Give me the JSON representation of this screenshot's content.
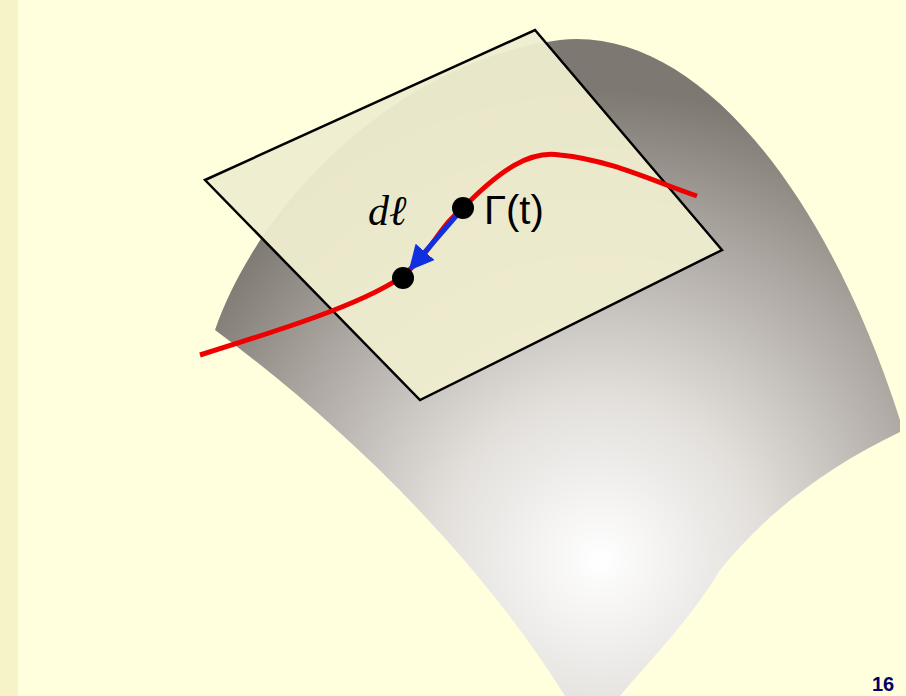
{
  "diagram": {
    "labels": [
      "dℓ",
      "Γ(t)",
      "16"
    ]
  }
}
